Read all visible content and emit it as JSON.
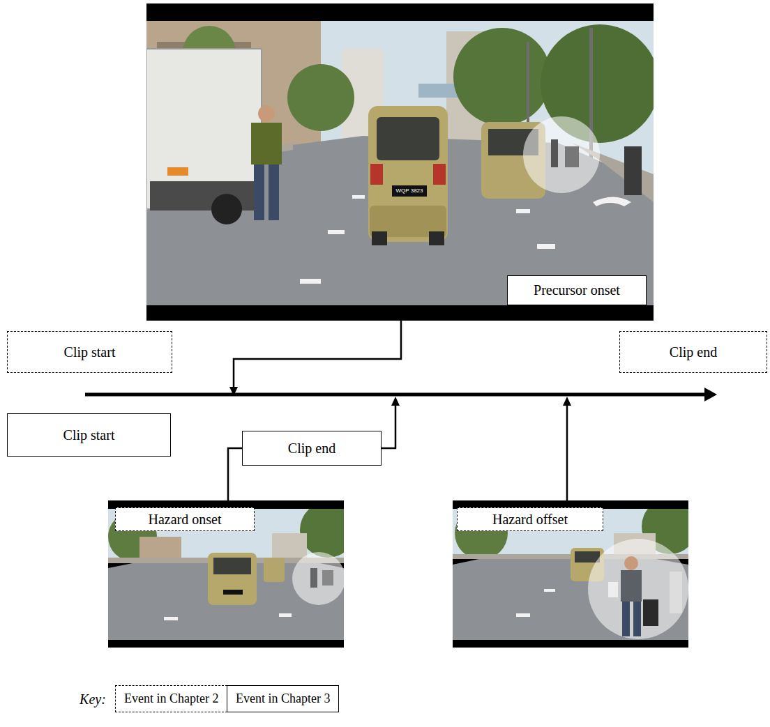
{
  "diagram": {
    "nodes": [
      {
        "text": [
          "Precursor onset"
        ]
      },
      {
        "text": [
          "Clip start"
        ]
      },
      {
        "text": [
          "Clip end"
        ]
      },
      {
        "text": [
          "Clip start"
        ]
      },
      {
        "text": [
          "Clip end"
        ]
      },
      {
        "text": [
          "Hazard onset"
        ]
      },
      {
        "text": [
          "Hazard offset"
        ]
      }
    ],
    "edges": [
      {
        "from": 5,
        "to": 4,
        "arrow": "none"
      }
    ],
    "labels": [
      "WQP 3823",
      "Key:"
    ],
    "legend": [
      {
        "text": "Event in Chapter 2"
      },
      {
        "text": "Event in Chapter 3"
      }
    ]
  }
}
